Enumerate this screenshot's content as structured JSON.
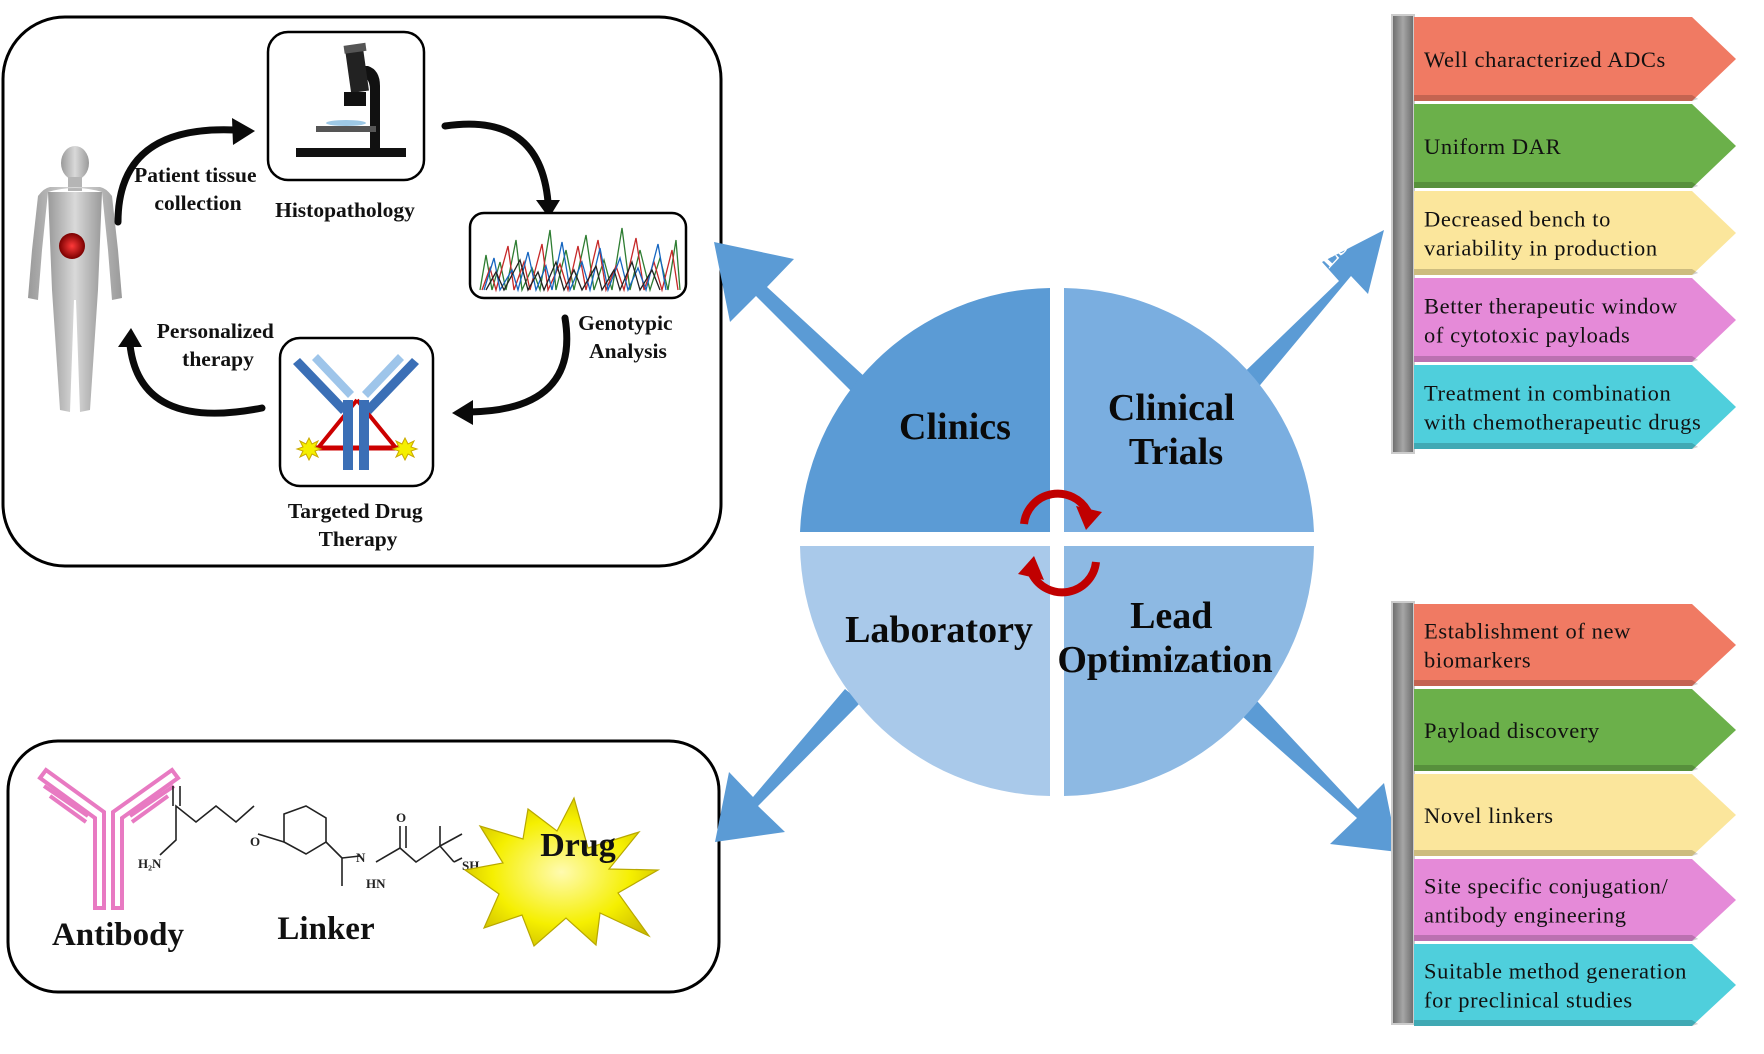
{
  "workflow": {
    "patient_label": [
      "Patient tissue",
      "collection"
    ],
    "histopathology_label": "Histopathology",
    "genotypic_label": [
      "Genotypic",
      "Analysis"
    ],
    "targeted_label": [
      "Targeted Drug",
      "Therapy"
    ],
    "personalized_label": [
      "Personalized",
      "therapy"
    ]
  },
  "adc": {
    "antibody_label": "Antibody",
    "linker_label": "Linker",
    "drug_label": "Drug",
    "chem_labels": {
      "h2n": "H₂N",
      "o1": "O",
      "n": "N",
      "hn": "HN",
      "o2": "O",
      "sh": "SH"
    }
  },
  "quadrants": {
    "clinics": "Clinics",
    "clinical_trials": [
      "Clinical",
      "Trials"
    ],
    "laboratory": "Laboratory",
    "lead_optimization": [
      "Lead",
      "Optimization"
    ]
  },
  "outcomes_arrow_label": "OUTCOMES",
  "outcomes_top": [
    {
      "lines": [
        "Well characterized ADCs"
      ],
      "color": "#f07a63"
    },
    {
      "lines": [
        "Uniform DAR"
      ],
      "color": "#6bb04a"
    },
    {
      "lines": [
        "Decreased bench to",
        "variability in production"
      ],
      "color": "#fbe69c"
    },
    {
      "lines": [
        "Better therapeutic window",
        "of cytotoxic payloads"
      ],
      "color": "#e58ad8"
    },
    {
      "lines": [
        "Treatment in combination",
        "with chemotherapeutic drugs"
      ],
      "color": "#4fcfdc"
    }
  ],
  "outcomes_bottom": [
    {
      "lines": [
        "Establishment of new",
        "biomarkers"
      ],
      "color": "#f07a63"
    },
    {
      "lines": [
        "Payload discovery"
      ],
      "color": "#6bb04a"
    },
    {
      "lines": [
        "Novel linkers"
      ],
      "color": "#fbe69c"
    },
    {
      "lines": [
        "Site specific conjugation/",
        "antibody engineering"
      ],
      "color": "#e58ad8"
    },
    {
      "lines": [
        "Suitable method generation",
        "for preclinical studies"
      ],
      "color": "#4fcfdc"
    }
  ],
  "colors": {
    "quad_clinics": "#5b9bd5",
    "quad_trials": "#7aaee0",
    "quad_lab": "#a9c9ea",
    "quad_lead": "#8db9e3",
    "arrow_blue": "#5b9bd5",
    "cycle_red": "#c00000",
    "antibody_pink": "#e87ac2",
    "drug_yellow": "#f5ef00"
  }
}
